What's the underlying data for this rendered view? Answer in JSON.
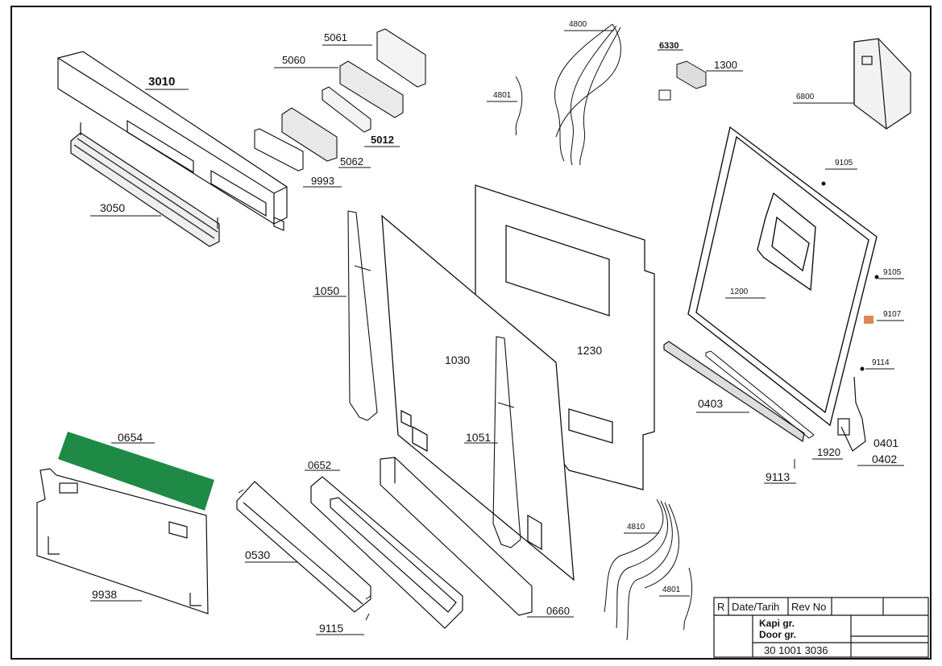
{
  "labels": {
    "p3010": "3010",
    "p3050": "3050",
    "p5060": "5060",
    "p5061": "5061",
    "p5062": "5062",
    "p5012": "5012",
    "p9993": "9993",
    "p4800": "4800",
    "p4801a": "4801",
    "p4801b": "4801",
    "p4810": "4810",
    "p6330": "6330",
    "p1300": "1300",
    "p6800": "6800",
    "p9105a": "9105",
    "p9105b": "9105",
    "p9107": "9107",
    "p9114": "9114",
    "p1200": "1200",
    "p1050": "1050",
    "p1051": "1051",
    "p1030": "1030",
    "p1230": "1230",
    "p0403": "0403",
    "p1920": "1920",
    "p0401": "0401",
    "p0402": "0402",
    "p9113": "9113",
    "p0654": "0654",
    "p0652": "0652",
    "p0530": "0530",
    "p9938": "9938",
    "p9115": "9115",
    "p0660": "0660"
  },
  "title_block": {
    "r": "R",
    "date": "Date/Tarih",
    "rev": "Rev No",
    "name_tr": "Kapi gr.",
    "name_en": "Door gr.",
    "doc_no": "30 1001 3036"
  },
  "colors": {
    "highlight": "#1f8a45",
    "line": "#111111"
  }
}
